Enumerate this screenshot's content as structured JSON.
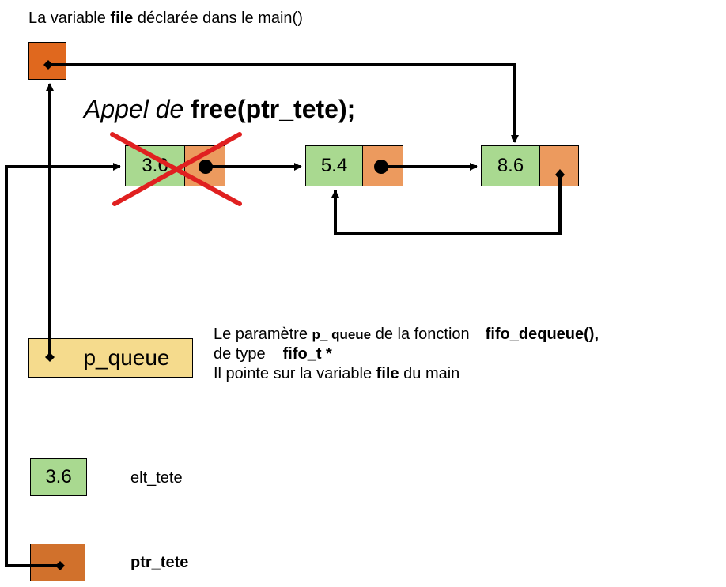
{
  "title": {
    "prefix": "La variable ",
    "var": "file",
    "suffix": " déclarée dans le main()"
  },
  "call": {
    "italic": "Appel de ",
    "code": "free(ptr_tete);"
  },
  "list": {
    "nodes": [
      {
        "value": "3.6",
        "freed": true
      },
      {
        "value": "5.4",
        "freed": false
      },
      {
        "value": "8.6",
        "freed": false
      }
    ]
  },
  "p_queue": {
    "label": "p_queue"
  },
  "description": {
    "line1_a": "Le paramètre ",
    "line1_b": "p_ queue",
    "line1_c": " de la fonction",
    "line1_d": "fifo_dequeue(),",
    "line2_a": "de type",
    "line2_b": "fifo_t *",
    "line3_a": "Il pointe sur la variable ",
    "line3_b": "file",
    "line3_c": " du main"
  },
  "elt_tete": {
    "value": "3.6",
    "label": "elt_tete"
  },
  "ptr_tete": {
    "label": "ptr_tete"
  },
  "colors": {
    "value_cell": "#a9d990",
    "pointer_cell": "#ec9a5e",
    "file_var": "#e0681e",
    "ptr_tete_var": "#d1712c",
    "p_queue_var": "#f5db8d",
    "cross": "#e02020"
  }
}
